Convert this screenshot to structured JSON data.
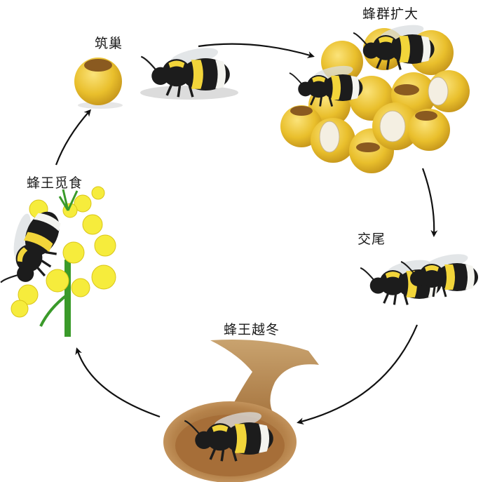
{
  "stages": [
    {
      "id": "nest",
      "label": "筑巢"
    },
    {
      "id": "colony",
      "label": "蜂群扩大"
    },
    {
      "id": "mating",
      "label": "交尾"
    },
    {
      "id": "overwinter",
      "label": "蜂王越冬"
    },
    {
      "id": "forage",
      "label": "蜂王觅食"
    }
  ],
  "colors": {
    "bee_body": "#1c1c1c",
    "bee_yellow": "#f2d53a",
    "bee_white": "#f4f4ef",
    "wax_cell": "#e7bd2a",
    "wax_shadow": "#b98d14",
    "soil": "#b5824a",
    "flower": "#f6ec3c",
    "stem": "#3a9a2a",
    "arrow": "#111111"
  }
}
